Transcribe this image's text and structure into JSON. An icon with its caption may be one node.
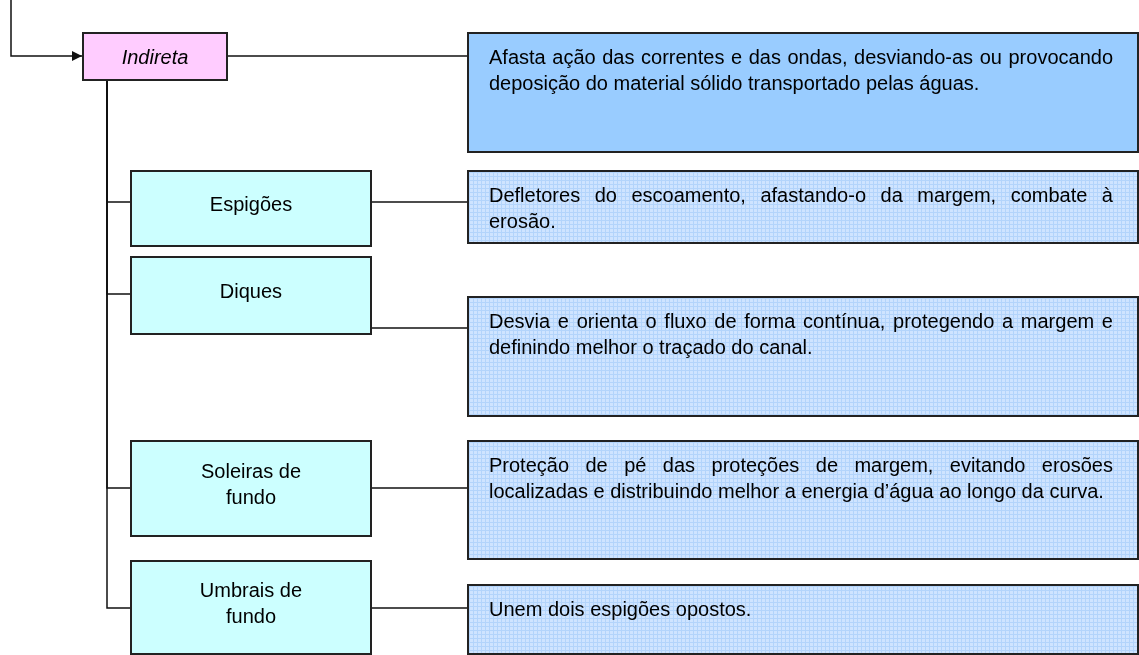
{
  "diagram": {
    "nodes": [
      {
        "text": [
          "Indireta"
        ]
      },
      {
        "text": [
          "Afasta ação das correntes e das ondas, desviando-as ou provocando deposição do material sólido transportado pelas águas."
        ]
      },
      {
        "text": [
          "Espigões"
        ]
      },
      {
        "text": [
          "Defletores do escoamento, afastando-o da margem, combate à erosão."
        ]
      },
      {
        "text": [
          "Diques"
        ]
      },
      {
        "text": [
          "Desvia e orienta o fluxo de forma contínua, protegendo a margem e definindo melhor o traçado do canal."
        ]
      },
      {
        "text": [
          "Soleiras de fundo"
        ]
      },
      {
        "text": [
          "Proteção de pé das proteções de margem, evitando erosões localizadas e distribuindo melhor a energia d’água ao longo da curva."
        ]
      },
      {
        "text": [
          "Umbrais de fundo"
        ]
      },
      {
        "text": [
          "Unem dois espigões opostos."
        ]
      }
    ],
    "edges": [
      {
        "from": null,
        "to": 0,
        "arrow": "to"
      },
      {
        "from": 0,
        "to": 1,
        "arrow": "none"
      },
      {
        "from": 0,
        "to": 2,
        "arrow": "none"
      },
      {
        "from": 2,
        "to": 3,
        "arrow": "none"
      },
      {
        "from": 0,
        "to": 4,
        "arrow": "none"
      },
      {
        "from": 4,
        "to": 5,
        "arrow": "none"
      },
      {
        "from": 0,
        "to": 6,
        "arrow": "none"
      },
      {
        "from": 6,
        "to": 7,
        "arrow": "none"
      },
      {
        "from": 0,
        "to": 8,
        "arrow": "none"
      },
      {
        "from": 8,
        "to": 9,
        "arrow": "none"
      }
    ]
  }
}
